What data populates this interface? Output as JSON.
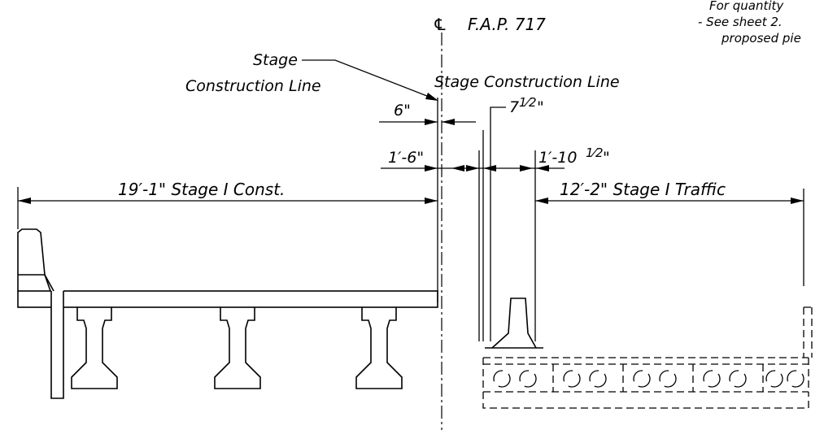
{
  "centerline": {
    "symbol": "℄",
    "label": "F.A.P. 717"
  },
  "notes": [
    "For quantity",
    "- See sheet 2.",
    "proposed pie"
  ],
  "labels": {
    "stage_line_left_1": "Stage",
    "stage_line_left_2": "Construction Line",
    "stage_line_right": "Stage Construction Line",
    "dim_6": "6\"",
    "dim_7half_main": "7",
    "dim_7half_frac": "1⁄2",
    "dim_7half_unit": "\"",
    "dim_1_6": "1′-6\"",
    "dim_1_10half_main": "1′-10",
    "dim_1_10half_frac": "1⁄2",
    "dim_1_10half_unit": "\"",
    "dim_stage1_const": "19′-1\" Stage I Const.",
    "dim_stage1_traffic": "12′-2\" Stage I Traffic"
  }
}
